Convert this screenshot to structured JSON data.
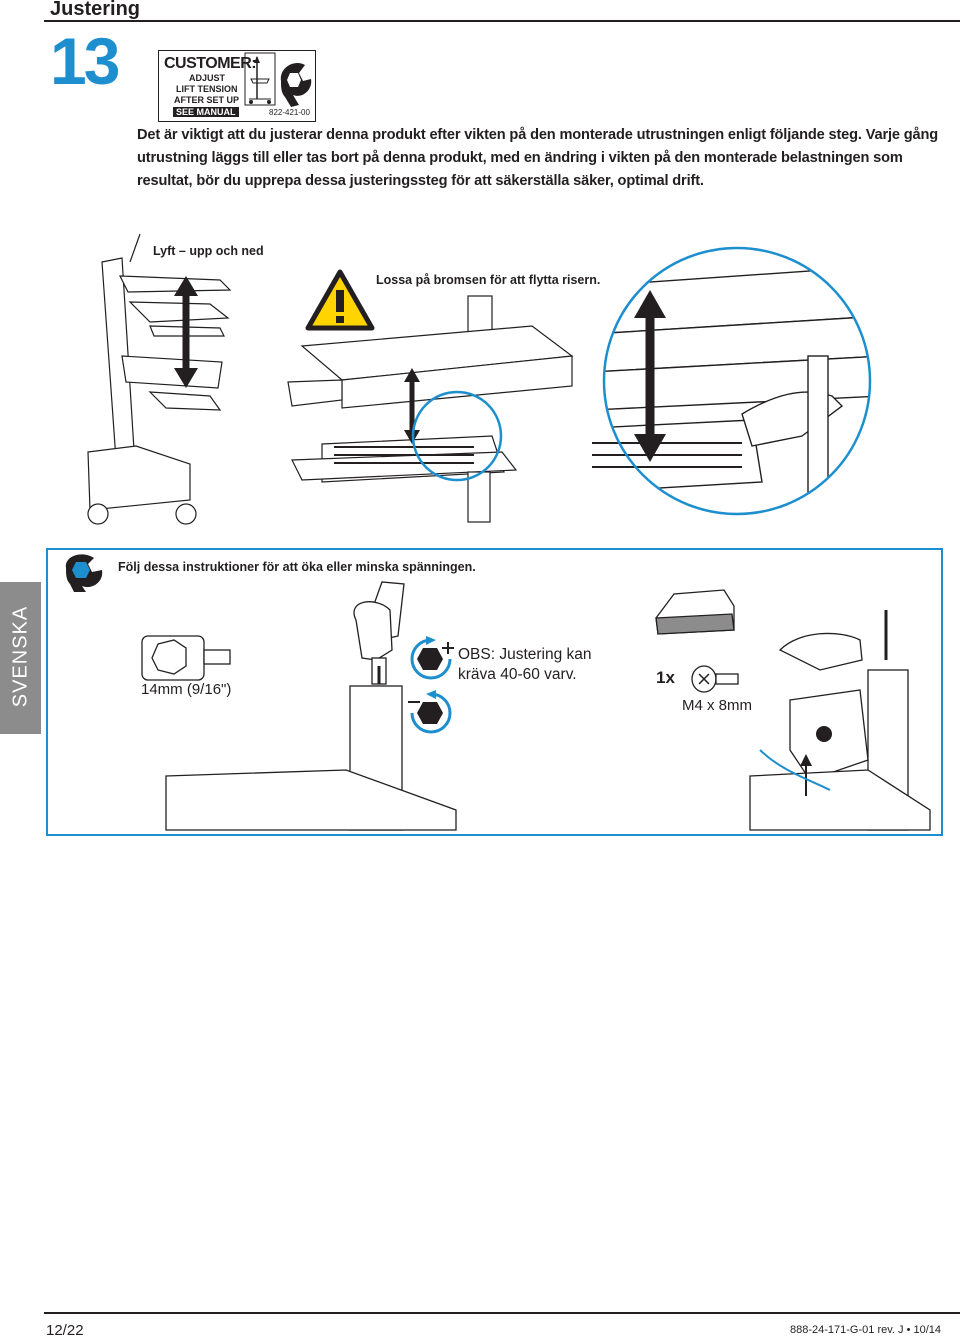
{
  "header": {
    "section_title": "Justering",
    "step_number": "13"
  },
  "label_sticker": {
    "heading": "CUSTOMER:",
    "lines": [
      "ADJUST",
      "LIFT TENSION",
      "AFTER SET UP"
    ],
    "see_manual": "SEE MANUAL",
    "part_number": "822-421-00"
  },
  "intro_text": "Det är viktigt att du justerar denna produkt efter vikten på den monterade utrustningen enligt följande steg. Varje gång utrustning läggs till eller tas bort på denna produkt, med en ändring i vikten på den monterade belastningen som resultat, bör du upprepa dessa justeringssteg för att säkerställa säker, optimal drift.",
  "figure_captions": {
    "lift": "Lyft – upp och ned",
    "warning": "Lossa på bromsen för att flytta risern."
  },
  "panel": {
    "caption": "Följ dessa instruktioner för att öka eller minska spänningen.",
    "socket_label": "14mm (9/16\")",
    "note": "OBS: Justering kan kräva 40-60 varv.",
    "quantity": "1x",
    "screw_label": "M4 x 8mm"
  },
  "side_tab": "SVENSKA",
  "footer": {
    "page_number": "12/22",
    "document_code": "888-24-171-G-01 rev. J • 10/14"
  },
  "colors": {
    "accent": "#1d8fcf",
    "warning_yellow": "#ffd400",
    "text": "#231f20",
    "tab_gray": "#8c8c8c"
  },
  "icons": [
    "warning-icon",
    "wrench-hex-icon",
    "rotate-increase-icon",
    "rotate-decrease-icon"
  ]
}
